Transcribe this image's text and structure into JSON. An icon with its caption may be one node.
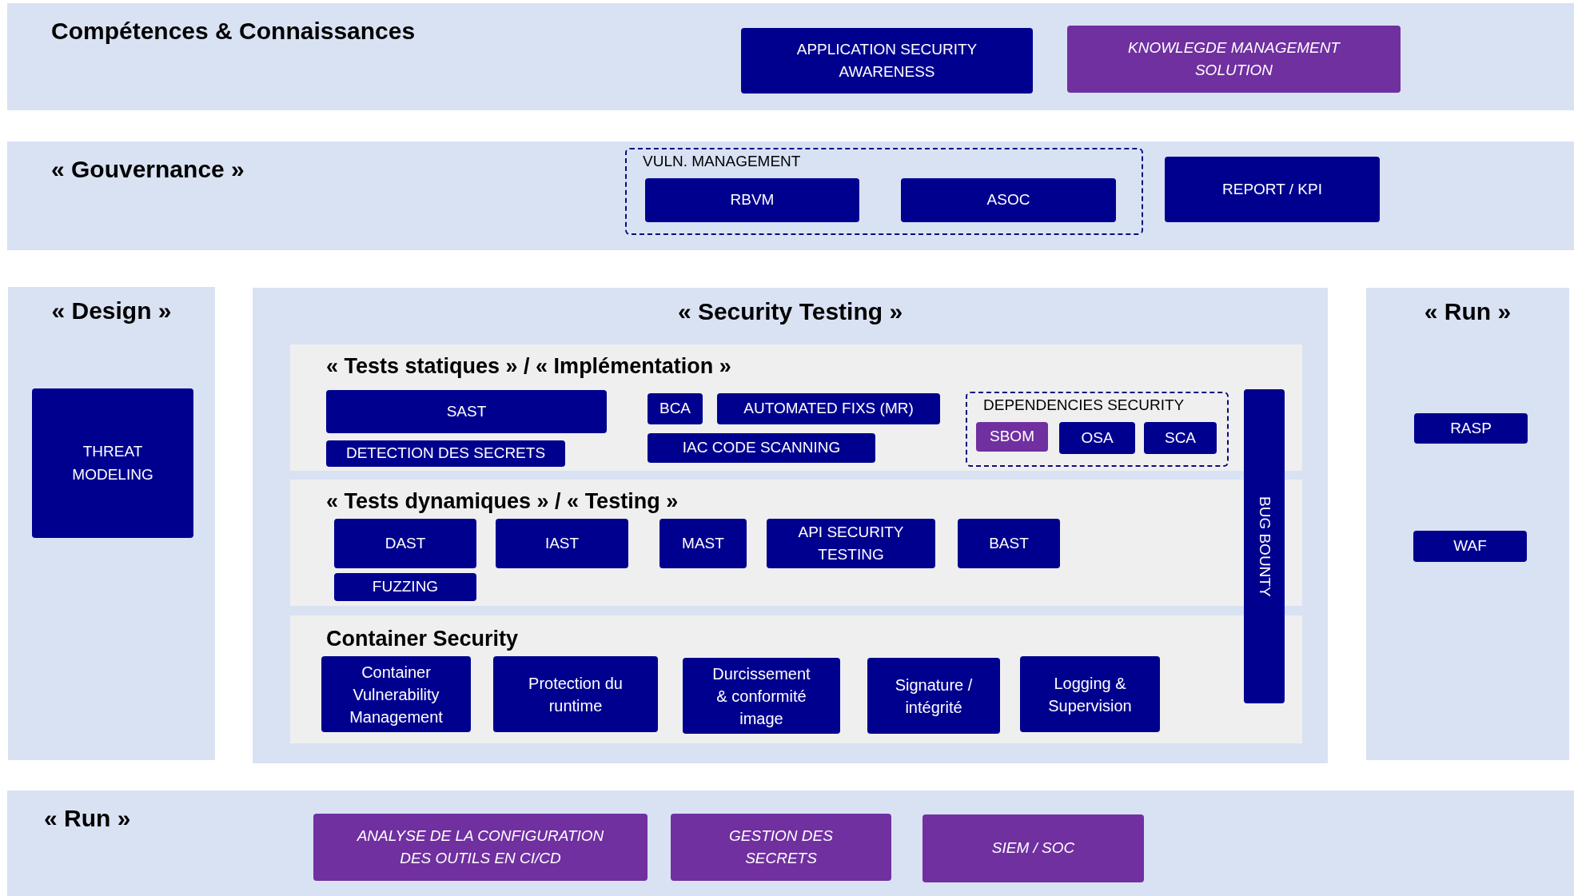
{
  "diagram": {
    "nodes": [
      {
        "text": [
          "Compétences & Connaissances"
        ]
      },
      {
        "text": [
          "APPLICATION SECURITY AWARENESS"
        ],
        "in": 0
      },
      {
        "text": [
          "KNOWLEGDE MANAGEMENT SOLUTION"
        ],
        "in": 0
      },
      {
        "text": [
          "« Gouvernance »"
        ]
      },
      {
        "text": [
          "VULN. MANAGEMENT"
        ],
        "in": 3
      },
      {
        "text": [
          "RBVM"
        ],
        "in": 4
      },
      {
        "text": [
          "ASOC"
        ],
        "in": 4
      },
      {
        "text": [
          "REPORT / KPI"
        ],
        "in": 3
      },
      {
        "text": [
          "« Design »"
        ]
      },
      {
        "text": [
          "THREAT MODELING"
        ],
        "in": 8
      },
      {
        "text": [
          "« Security Testing »"
        ]
      },
      {
        "text": [
          "« Tests statiques » / « Implémentation »"
        ],
        "in": 10
      },
      {
        "text": [
          "SAST"
        ],
        "in": 11
      },
      {
        "text": [
          "DETECTION DES SECRETS"
        ],
        "in": 11
      },
      {
        "text": [
          "BCA"
        ],
        "in": 11
      },
      {
        "text": [
          "AUTOMATED FIXS (MR)"
        ],
        "in": 11
      },
      {
        "text": [
          "IAC CODE SCANNING"
        ],
        "in": 11
      },
      {
        "text": [
          "DEPENDENCIES SECURITY"
        ],
        "in": 11
      },
      {
        "text": [
          "SBOM"
        ],
        "in": 17
      },
      {
        "text": [
          "OSA"
        ],
        "in": 17
      },
      {
        "text": [
          "SCA"
        ],
        "in": 17
      },
      {
        "text": [
          "« Tests dynamiques » / « Testing »"
        ],
        "in": 10
      },
      {
        "text": [
          "DAST"
        ],
        "in": 21
      },
      {
        "text": [
          "FUZZING"
        ],
        "in": 21
      },
      {
        "text": [
          "IAST"
        ],
        "in": 21
      },
      {
        "text": [
          "MAST"
        ],
        "in": 21
      },
      {
        "text": [
          "API SECURITY TESTING"
        ],
        "in": 21
      },
      {
        "text": [
          "BAST"
        ],
        "in": 21
      },
      {
        "text": [
          "Container Security"
        ],
        "in": 10
      },
      {
        "text": [
          "Container Vulnerability Management"
        ],
        "in": 28
      },
      {
        "text": [
          "Protection du runtime"
        ],
        "in": 28
      },
      {
        "text": [
          "Durcissement & conformité image"
        ],
        "in": 28
      },
      {
        "text": [
          "Signature / intégrité"
        ],
        "in": 28
      },
      {
        "text": [
          "Logging & Supervision"
        ],
        "in": 28
      },
      {
        "text": [
          "BUG BOUNTY"
        ],
        "in": 10
      },
      {
        "text": [
          "« Run »"
        ]
      },
      {
        "text": [
          "RASP"
        ],
        "in": 35
      },
      {
        "text": [
          "WAF"
        ],
        "in": 35
      },
      {
        "text": [
          "« Run »"
        ]
      },
      {
        "text": [
          "ANALYSE DE LA CONFIGURATION DES OUTILS EN CI/CD"
        ],
        "in": 38
      },
      {
        "text": [
          "GESTION DES SECRETS"
        ],
        "in": 38
      },
      {
        "text": [
          "SIEM / SOC"
        ],
        "in": 38
      }
    ]
  }
}
